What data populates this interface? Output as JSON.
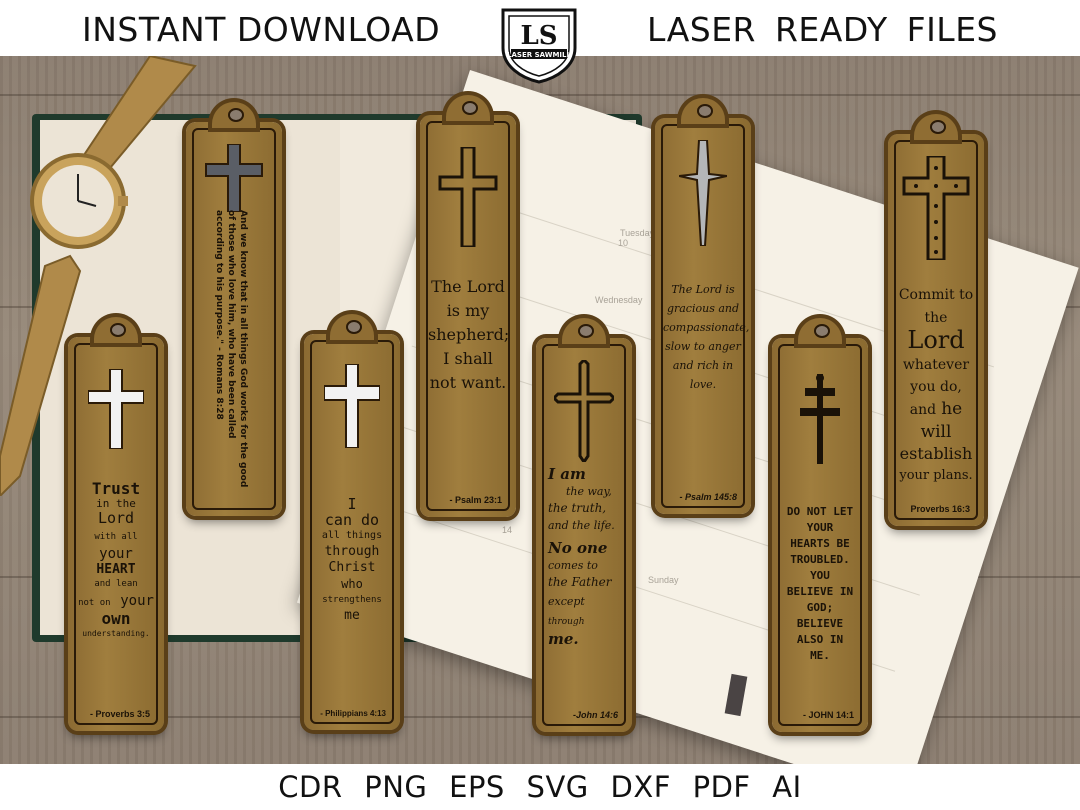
{
  "header": {
    "left_text": "INSTANT DOWNLOAD",
    "right_text": "LASER READY FILES",
    "logo_initials": "LS",
    "logo_name": "LASER SAWMILL"
  },
  "notebook": {
    "day_1": "Tuesday",
    "day_1_num": "10",
    "day_2": "Wednesday",
    "day_3": "14",
    "day_4": "Sunday"
  },
  "bookmarks": [
    {
      "quote": "And we know that in all things God works for the good of those who love him, who have been called according to his purpose.\" - Romans 8:28",
      "ref": ""
    },
    {
      "quote": "The Lord is my shepherd; I shall not want.",
      "ref": "- Psalm 23:1"
    },
    {
      "quote": "The Lord is gracious and compassionate, slow to anger and rich in love.",
      "ref": "- Psalm 145:8"
    },
    {
      "quote_1": "Commit to",
      "quote_2": "the",
      "quote_3": "Lord",
      "quote_4": "whatever",
      "quote_5": "you do,",
      "quote_6": "and",
      "quote_7": "he will",
      "quote_8": "establish",
      "quote_9": "your plans.",
      "ref": "Proverbs 16:3"
    },
    {
      "quote_1": "Trust",
      "quote_2": "in the",
      "quote_3": "Lord",
      "quote_4": "with all",
      "quote_5": "your",
      "quote_6": "HEART",
      "quote_7": "and lean",
      "quote_8": "not on",
      "quote_9": "your",
      "quote_10": "own",
      "quote_11": "understanding.",
      "ref": "- Proverbs 3:5"
    },
    {
      "quote_1": "I",
      "quote_2": "can do",
      "quote_3": "all things",
      "quote_4": "through",
      "quote_5": "Christ",
      "quote_6": "who",
      "quote_7": "strengthens",
      "quote_8": "me",
      "ref": "- Philippians 4:13"
    },
    {
      "quote_1": "I am",
      "quote_2": "the way,",
      "quote_3": "the truth,",
      "quote_4": "and the life.",
      "quote_5": "No one",
      "quote_6": "comes to",
      "quote_7": "the Father",
      "quote_8": "except",
      "quote_9": "through",
      "quote_10": "me.",
      "ref": "-John 14:6"
    },
    {
      "quote": "DO NOT LET YOUR HEARTS BE TROUBLED. YOU BELIEVE IN GOD; BELIEVE ALSO IN ME.",
      "ref": "- JOHN 14:1"
    }
  ],
  "footer": {
    "formats": "CDR PNG EPS SVG DXF PDF AI"
  },
  "colors": {
    "wood": "#9a7838",
    "wood_border": "#5a3f18",
    "table": "#8e8072",
    "book_cover": "#1f3a2c"
  }
}
